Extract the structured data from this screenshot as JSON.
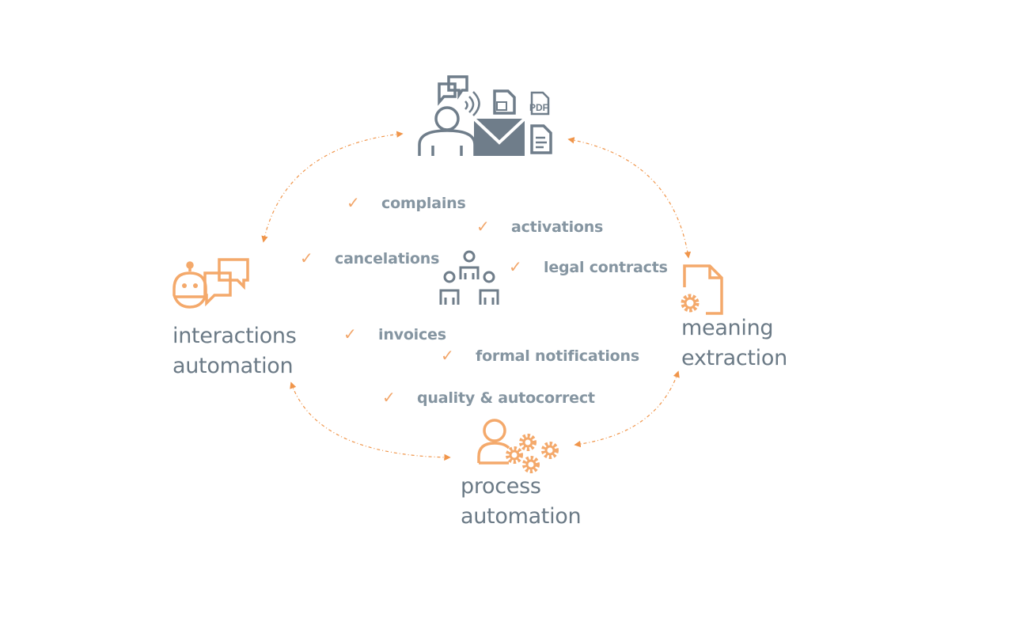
{
  "nodes": {
    "interactions": {
      "line1": "interactions",
      "line2": "automation"
    },
    "meaning": {
      "line1": "meaning",
      "line2": "extraction"
    },
    "process": {
      "line1": "process",
      "line2": "automation"
    }
  },
  "input_icons": {
    "pdf_label": "PDF"
  },
  "items": [
    {
      "label": "complains"
    },
    {
      "label": "activations"
    },
    {
      "label": "cancelations"
    },
    {
      "label": "legal contracts"
    },
    {
      "label": "invoices"
    },
    {
      "label": "formal notifications"
    },
    {
      "label": "quality & autocorrect"
    }
  ],
  "check_glyph": "✓",
  "colors": {
    "orange": "#f4a96b",
    "arrow": "#f0954a",
    "gray": "#6f7d8a",
    "text": "#6b7a86"
  }
}
